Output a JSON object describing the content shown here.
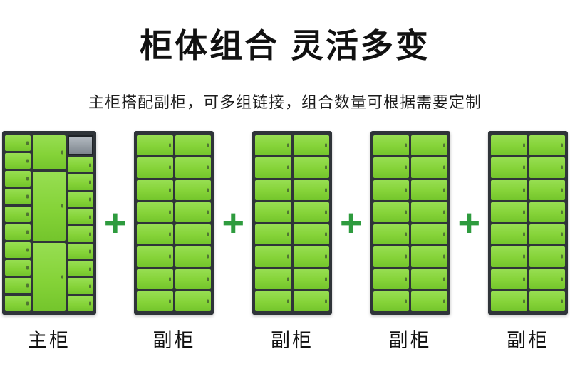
{
  "title": "柜体组合 灵活多变",
  "subtitle": "主柜搭配副柜，可多组链接，组合数量可根据需要定制",
  "plus_sign": "+",
  "colors": {
    "door_green": "#85d338",
    "frame_dark": "#2f3439",
    "plus_green": "#2e9b3e"
  },
  "cabinets": [
    {
      "type": "main",
      "label": "主柜",
      "left_rows": 10,
      "right_rows": 9,
      "has_screen": true
    },
    {
      "type": "aux",
      "label": "副柜",
      "rows": 8
    },
    {
      "type": "aux",
      "label": "副柜",
      "rows": 8
    },
    {
      "type": "aux",
      "label": "副柜",
      "rows": 8
    },
    {
      "type": "aux",
      "label": "副柜",
      "rows": 8
    }
  ]
}
